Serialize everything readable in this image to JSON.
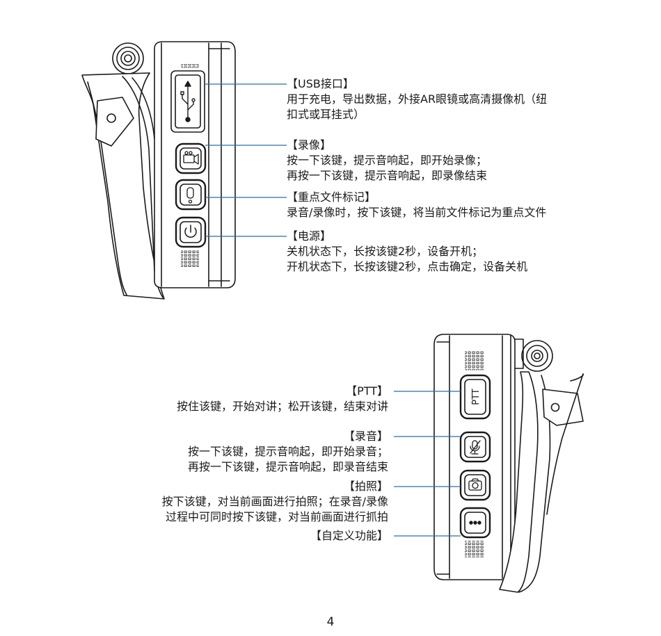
{
  "top_device": {
    "usb": {
      "title": "【USB接口】",
      "lines": [
        "用于充电，导出数据，外接AR眼镜或高清摄像机（纽",
        "扣式或耳挂式）"
      ]
    },
    "record_video": {
      "title": "【录像】",
      "lines": [
        "按一下该键，提示音响起，即开始录像；",
        "再按一下该键，提示音响起，即录像结束"
      ]
    },
    "mark_file": {
      "title": "【重点文件标记】",
      "lines": [
        "录音/录像时，按下该键，将当前文件标记为重点文件"
      ]
    },
    "power": {
      "title": "【电源】",
      "lines": [
        "关机状态下，长按该键2秒，设备开机；",
        "开机状态下，长按该键2秒，点击确定，设备关机"
      ]
    }
  },
  "bottom_device": {
    "ptt": {
      "title": "【PTT】",
      "lines": [
        "按住该键，开始对讲；松开该键，结束对讲"
      ]
    },
    "record_audio": {
      "title": "【录音】",
      "lines": [
        "按一下该键，提示音响起，即开始录音；",
        "再按一下该键，提示音响起，即录音结束"
      ]
    },
    "photo": {
      "title": "【拍照】",
      "lines": [
        "按下该键，对当前画面进行拍照；在录音/录像",
        "过程中可同时按下该键，对当前画面进行抓拍"
      ]
    },
    "custom": {
      "title": "【自定义功能】"
    },
    "ptt_key_label": "PTT"
  },
  "icons": {
    "usb": "usb-icon",
    "video": "video-camera-icon",
    "mark": "exclamation-icon",
    "power": "power-icon",
    "mic": "microphone-icon",
    "camera": "camera-icon",
    "custom": "ellipsis-icon"
  },
  "colors": {
    "leader_line": "#2b6cb0",
    "outline": "#1a1a1a"
  },
  "page_number": "4"
}
